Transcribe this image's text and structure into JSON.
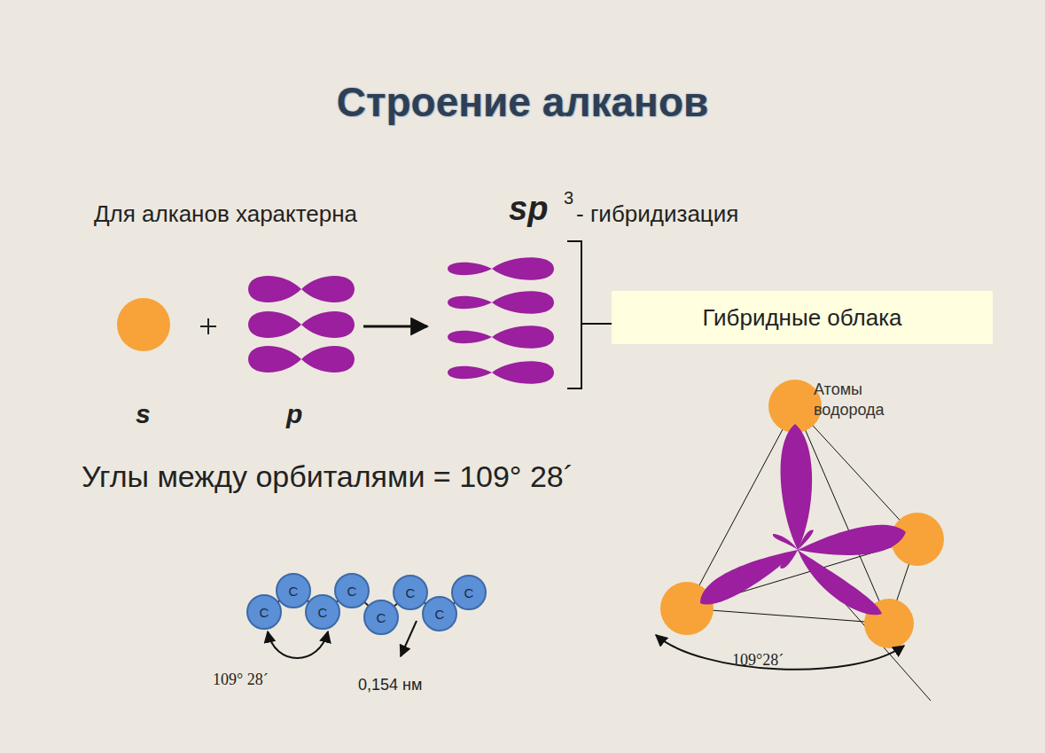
{
  "diagram": {
    "title": "Строение алканов",
    "nodes": [
      {
        "text": [
          "Гибридные облака"
        ]
      },
      {
        "text": [
          "C"
        ]
      },
      {
        "text": [
          "C"
        ]
      },
      {
        "text": [
          "C"
        ]
      },
      {
        "text": [
          "C"
        ]
      },
      {
        "text": [
          "C"
        ]
      },
      {
        "text": [
          "C"
        ]
      },
      {
        "text": [
          "C"
        ]
      },
      {
        "text": [
          "C"
        ]
      }
    ],
    "labels": [
      "Для алканов характерна",
      "sp",
      "3",
      "- гибридизация",
      "s",
      "p",
      "Углы между орбиталями = 109° 28´",
      "Атомы водорода",
      "109° 28´",
      "0,154 нм",
      "109°28´"
    ]
  }
}
